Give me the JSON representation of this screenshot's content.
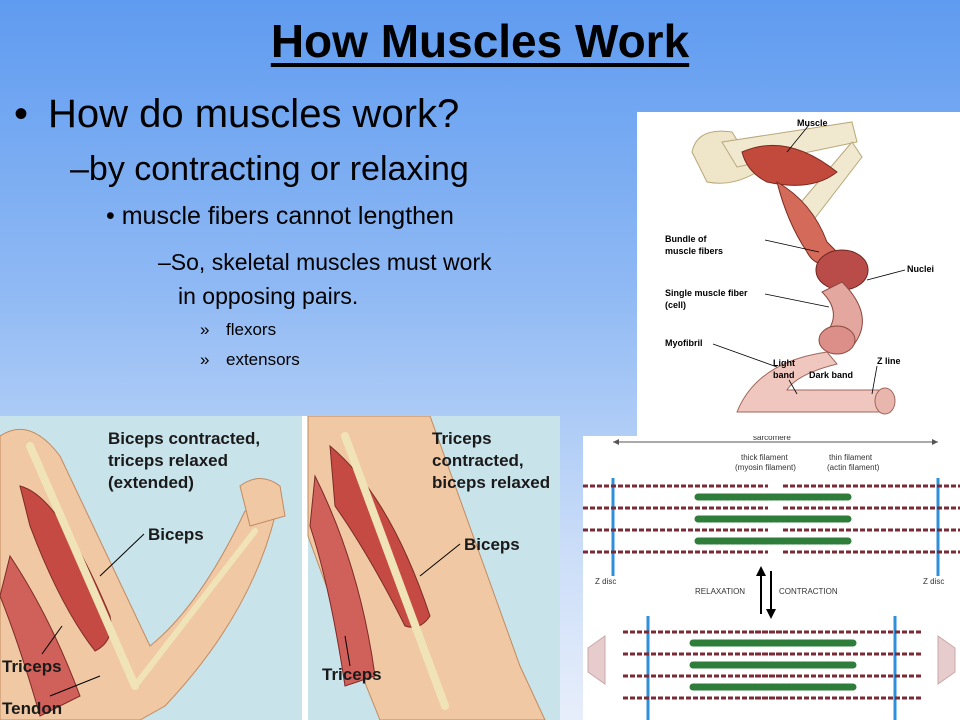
{
  "slide": {
    "title": "How Muscles Work",
    "bullet1": {
      "marker": "•",
      "text": "How do muscles work?"
    },
    "bullet2": {
      "marker": "–",
      "text": "by contracting or relaxing"
    },
    "bullet3": {
      "marker": "•",
      "text": "muscle fibers cannot lengthen"
    },
    "bullet4": {
      "marker": "–",
      "line1": "So, skeletal muscles must work",
      "line2": "in opposing pairs."
    },
    "bullet5": [
      {
        "marker": "»",
        "text": "flexors"
      },
      {
        "marker": "»",
        "text": "extensors"
      }
    ]
  },
  "muscle_diagram": {
    "labels": {
      "muscle": "Muscle",
      "bundle_line1": "Bundle of",
      "bundle_line2": "muscle fibers",
      "nuclei": "Nuclei",
      "single_line1": "Single muscle fiber",
      "single_line2": "(cell)",
      "myofibril": "Myofibril",
      "light_line1": "Light",
      "light_line2": "band",
      "dark_band": "Dark band",
      "z_line": "Z line"
    }
  },
  "arm_diagram": {
    "left_caption": [
      "Biceps contracted,",
      "triceps relaxed",
      "(extended)"
    ],
    "right_caption": [
      "Triceps",
      "contracted,",
      "biceps relaxed"
    ],
    "labels": {
      "biceps_left": "Biceps",
      "biceps_right": "Biceps",
      "triceps_left": "Triceps",
      "triceps_right": "Triceps",
      "tendon": "Tendon"
    }
  },
  "sarcomere_diagram": {
    "labels": {
      "sarcomere": "sarcomere",
      "thick_line1": "thick filament",
      "thick_line2": "(myosin filament)",
      "thin_line1": "thin filament",
      "thin_line2": "(actin filament)",
      "z_disc_left": "Z disc",
      "z_disc_right": "Z disc",
      "relaxation": "RELAXATION",
      "contraction": "CONTRACTION"
    }
  },
  "colors": {
    "background_top": "#5f9bf0",
    "background_bottom": "#e7eefb",
    "muscle_red": "#c24a3c",
    "myosin_green": "#2e7d3a",
    "actin_maroon": "#7a2a34",
    "z_disc_blue": "#2f8fd8"
  }
}
